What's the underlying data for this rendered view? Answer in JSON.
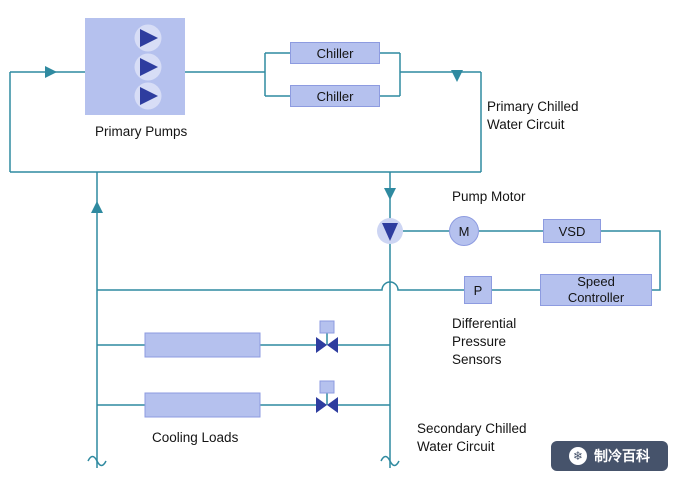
{
  "labels": {
    "primary_pumps": "Primary Pumps",
    "chillers": [
      "Chiller",
      "Chiller"
    ],
    "primary_circuit": "Primary Chilled Water Circuit",
    "pump_motor": "Pump Motor",
    "motor_symbol": "M",
    "vsd": "VSD",
    "speed_controller": "Speed Controller",
    "pressure_symbol": "P",
    "dp_sensors": "Differential Pressure Sensors",
    "cooling_loads": "Cooling Loads",
    "secondary_circuit": "Secondary Chilled Water Circuit"
  },
  "colors": {
    "pipe": "#2f8aa0",
    "component_fill": "#b5c1ee",
    "component_border": "#8d9be0",
    "symbol_dark_blue": "#2e3d9f",
    "watermark_background": "#46536b",
    "watermark_text": "#ffffff"
  },
  "watermark": {
    "icon_glyph": "❄",
    "text": "制冷百科"
  }
}
